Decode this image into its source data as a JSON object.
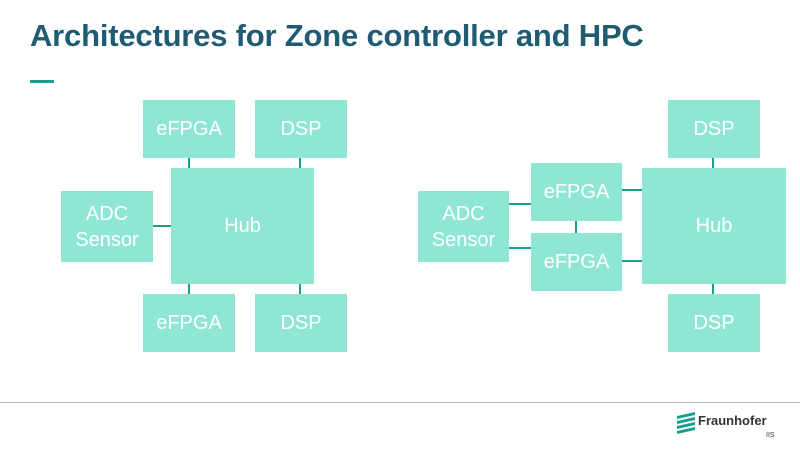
{
  "title": "Architectures for Zone controller and HPC",
  "colors": {
    "title": "#1f5c73",
    "accent": "#17a08a",
    "box_fill": "#8fe6d2",
    "box_text": "#ffffff"
  },
  "diagram_left": {
    "top_left": "eFPGA",
    "top_right": "DSP",
    "sensor_line1": "ADC",
    "sensor_line2": "Sensor",
    "hub": "Hub",
    "bottom_left": "eFPGA",
    "bottom_right": "DSP"
  },
  "diagram_right": {
    "top": "DSP",
    "sensor_line1": "ADC",
    "sensor_line2": "Sensor",
    "efpga_top": "eFPGA",
    "efpga_bottom": "eFPGA",
    "hub": "Hub",
    "bottom": "DSP"
  },
  "footer": {
    "logo_name": "Fraunhofer",
    "logo_sub": "IIS",
    "logo_icon": "fraunhofer-logo-icon"
  }
}
